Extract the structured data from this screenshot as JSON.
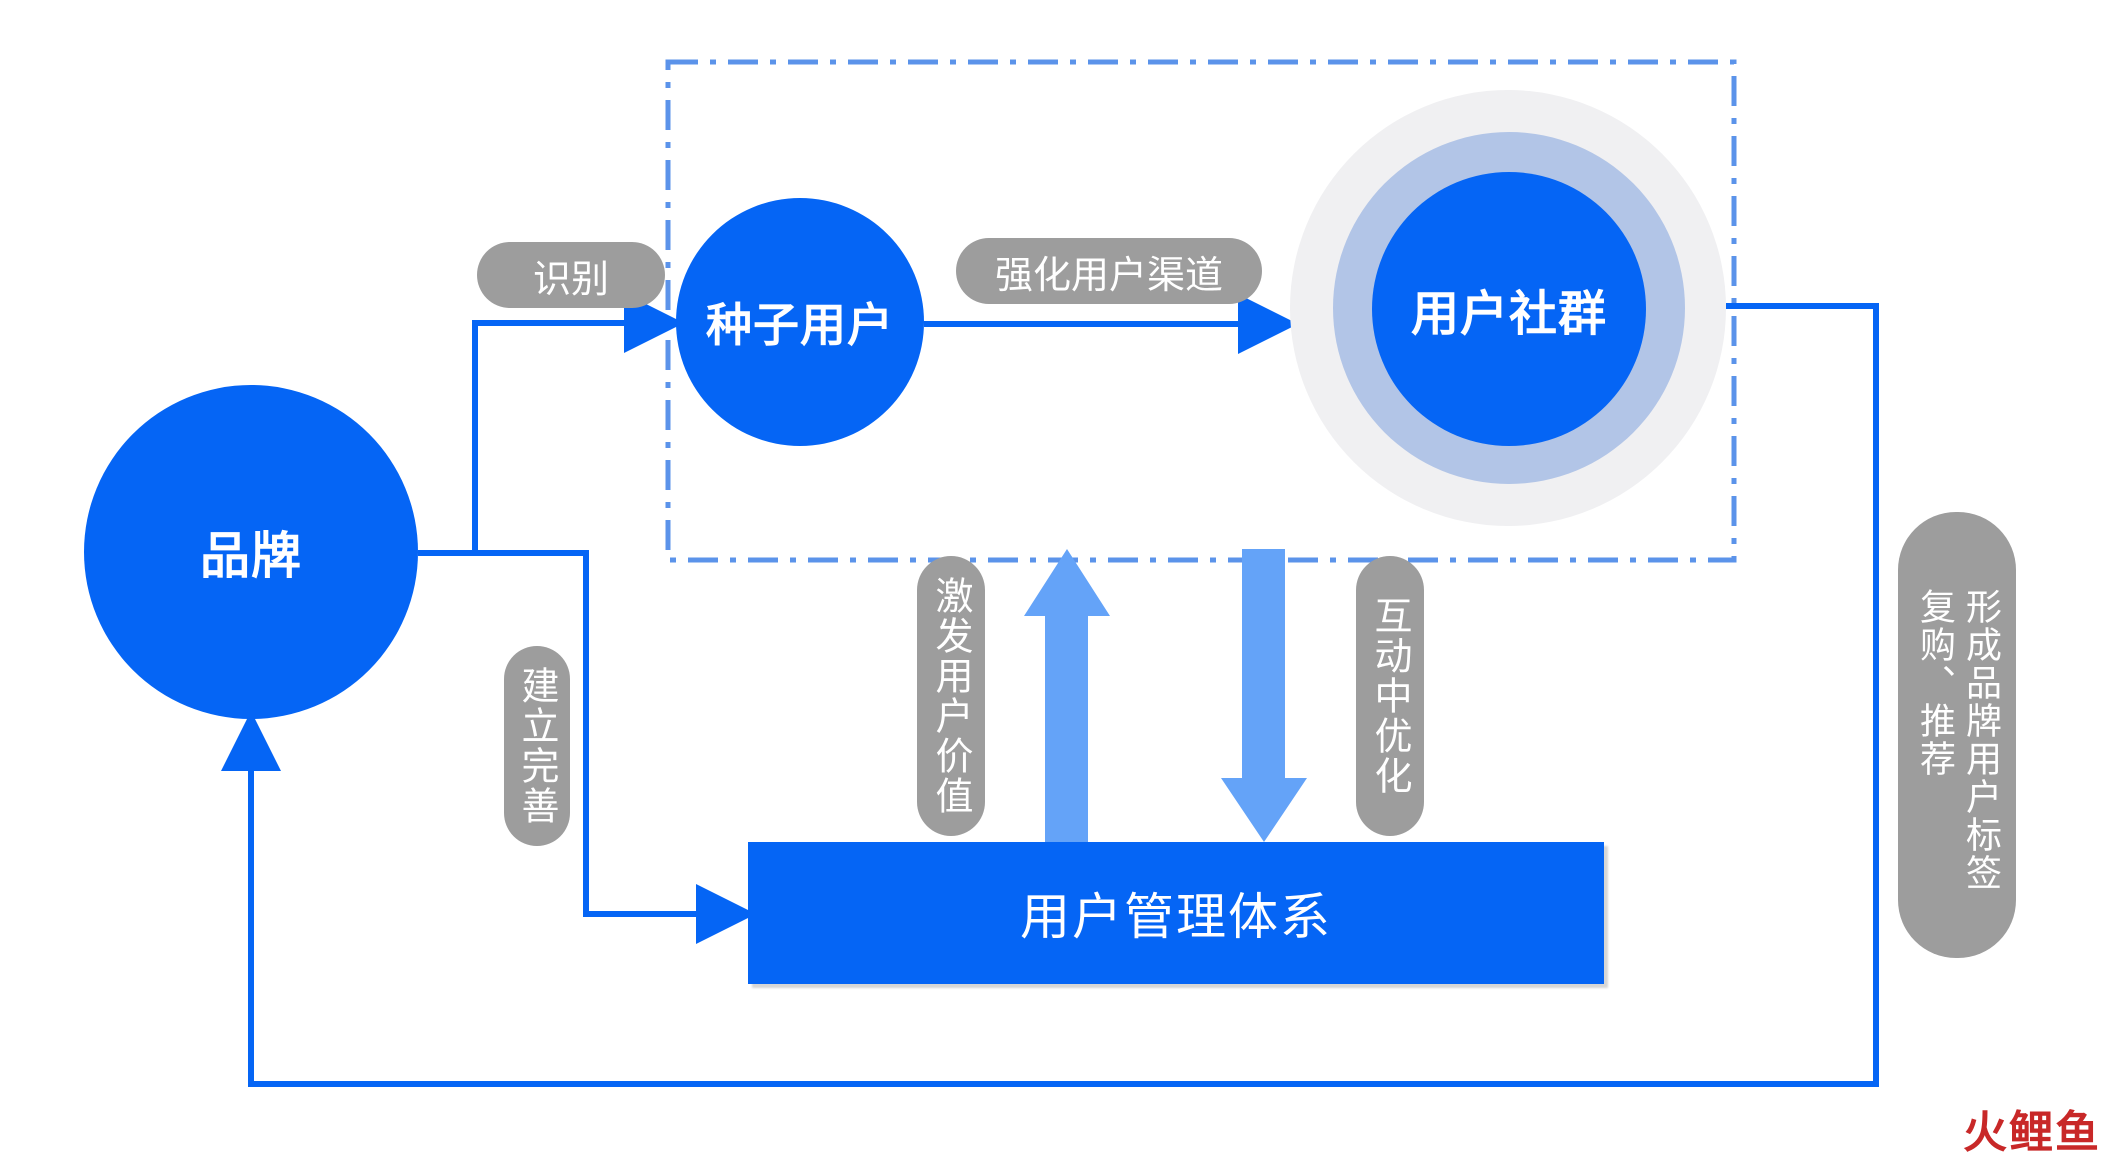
{
  "nodes": {
    "brand": "品牌",
    "seed_users": "种子用户",
    "user_community": "用户社群",
    "user_management": "用户管理体系"
  },
  "labels": {
    "identify": "识别",
    "strengthen_channel": "强化用户渠道",
    "build_improve": "建立完善",
    "inspire_value": "激发用户价值",
    "interact_optimize": "互动中优化",
    "repurchase_recommend": "复购、推荐",
    "form_brand_tags": "形成品牌用户标签"
  },
  "watermark": "火鲤鱼",
  "colors": {
    "primary_blue": "#0565f5",
    "light_blue": "#64a3f8",
    "dashed_border": "#5b93ea",
    "pill_gray": "#9d9d9d",
    "halo_gray": "#f0f0f2",
    "ring_blue": "#b2c5e7",
    "watermark_red": "#c82828"
  }
}
